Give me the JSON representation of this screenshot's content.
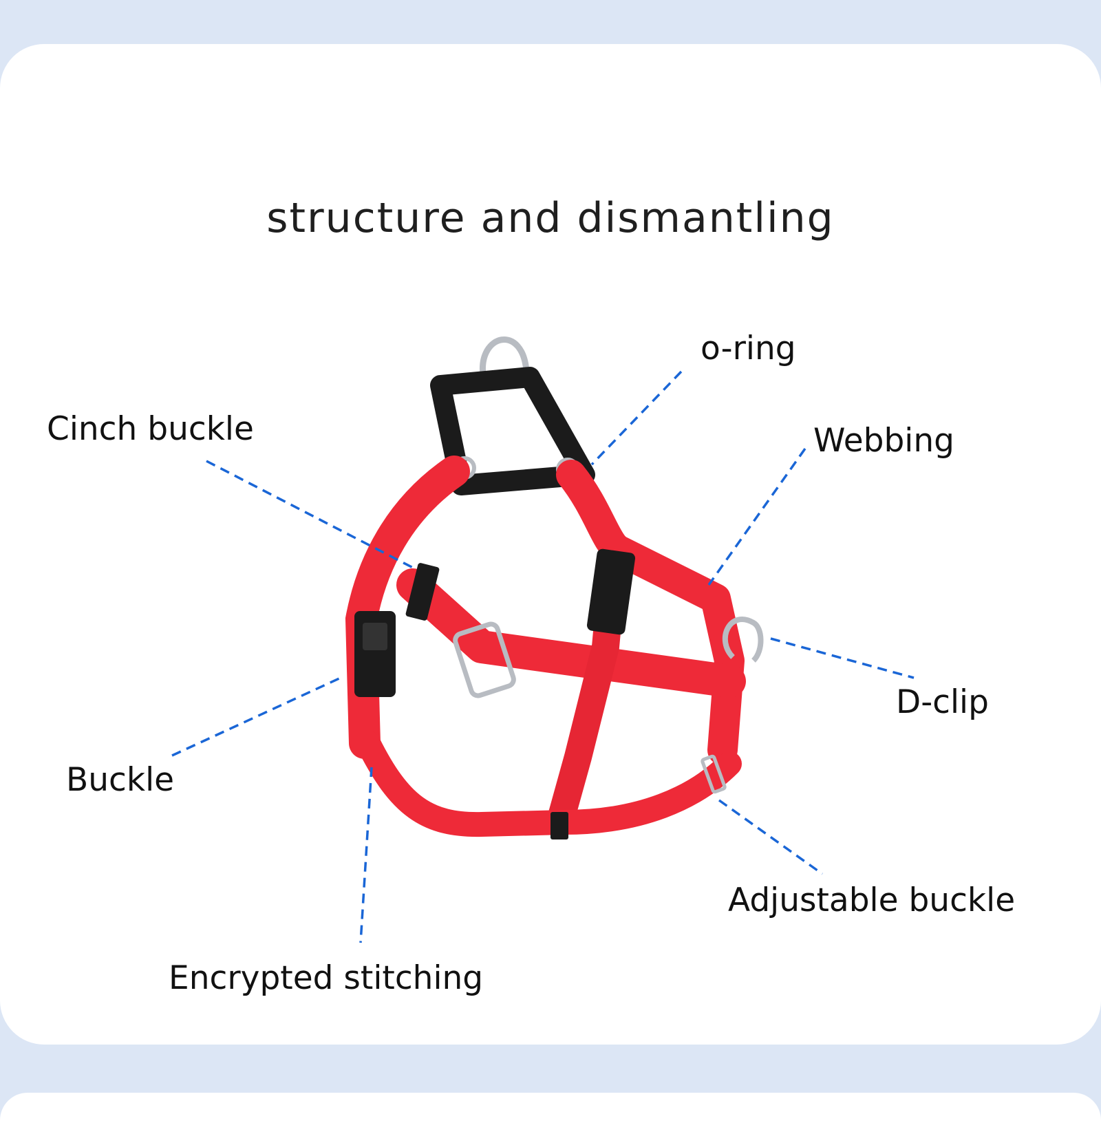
{
  "title": "structure and dismantling",
  "labels": {
    "o_ring": "o-ring",
    "cinch_buckle": "Cinch buckle",
    "webbing": "Webbing",
    "d_clip": "D-clip",
    "buckle": "Buckle",
    "adjustable_buckle": "Adjustable buckle",
    "encrypted_stitching": "Encrypted stitching"
  },
  "colors": {
    "background": "#dce6f5",
    "card": "#ffffff",
    "leader_line": "#1a66d6",
    "webbing_red": "#ee2a38",
    "webbing_dark": "#c51d2a",
    "neck_black": "#1b1b1b",
    "metal": "#b8bcc2"
  }
}
